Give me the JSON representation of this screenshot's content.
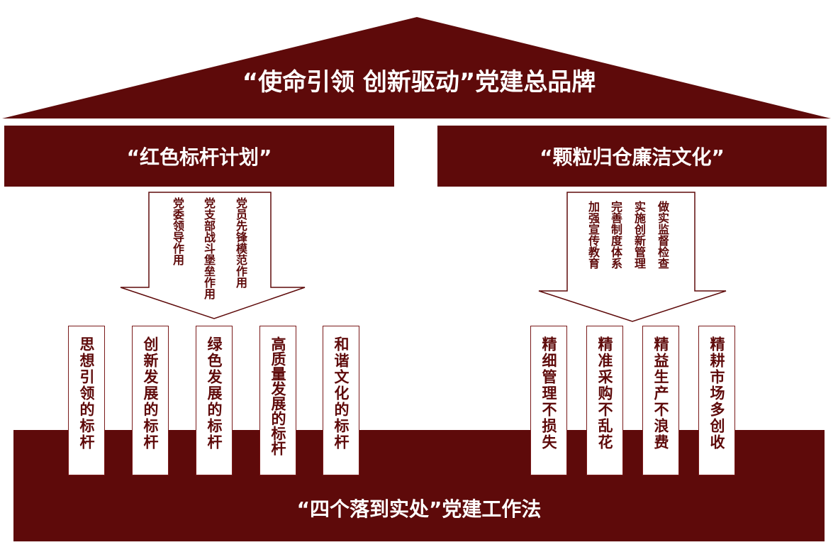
{
  "roof": {
    "title": "“使命引领 创新驱动”党建总品牌"
  },
  "left_pillar": {
    "title": "“红色标杆计划”",
    "arrow_items": [
      "党委领导作用",
      "党支部战斗堡垒作用",
      "党员先锋模范作用"
    ],
    "benchmarks": [
      "思想引领的标杆",
      "创新发展的标杆",
      "绿色发展的标杆",
      "高质量发展的标杆",
      "和谐文化的标杆"
    ]
  },
  "right_pillar": {
    "title": "“颗粒归仓廉洁文化”",
    "arrow_items": [
      "加强宣传教育",
      "完善制度体系",
      "实施创新管理",
      "做实监督检查"
    ],
    "benchmarks": [
      "精细管理不损失",
      "精准采购不乱花",
      "精益生产不浪费",
      "精耕市场多创收"
    ]
  },
  "foundation": {
    "title": "“四个落到实处”党建工作法"
  },
  "colors": {
    "brand_dark_red": "#5e0a0a",
    "background": "#ffffff"
  }
}
